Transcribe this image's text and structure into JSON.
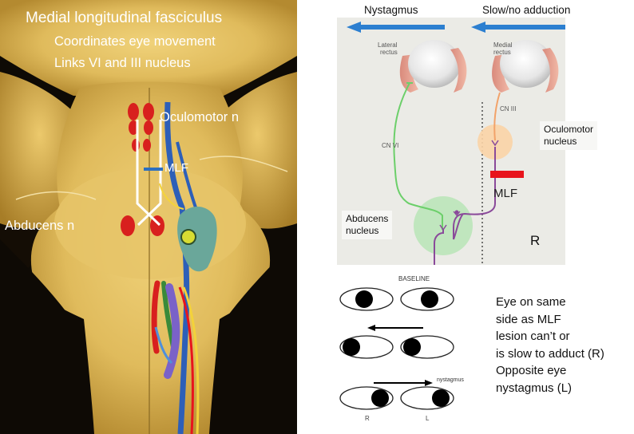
{
  "photo": {
    "title": "Medial longitudinal fasciculus",
    "subtitle_1": "Coordinates eye movement",
    "subtitle_2": "Links VI and III nucleus",
    "label_oculomotor": "Oculomotor n",
    "label_mlf": "MLF",
    "label_abducens": "Abducens n"
  },
  "schematic": {
    "header_left": "Nystagmus",
    "header_right": "Slow/no adduction",
    "lateral_rectus": [
      "Lateral",
      "rectus"
    ],
    "medial_rectus": [
      "Medial",
      "rectus"
    ],
    "cn_vi": "CN VI",
    "cn_iii": "CN III",
    "oculomotor_nucleus": [
      "Oculomotor",
      "nucleus"
    ],
    "mlf": "MLF",
    "abducens_nucleus": [
      "Abducens",
      "nucleus"
    ],
    "side": "R"
  },
  "eyes_figure": {
    "baseline": "BASELINE",
    "nystagmus": "nystagmus",
    "label_r": "R",
    "label_l": "L"
  },
  "notes": [
    "Eye on same",
    "side as MLF",
    "lesion can’t or",
    "is slow to adduct (R)",
    "Opposite eye",
    "nystagmus (L)"
  ],
  "colors": {
    "arrow_blue": "#2c7fd0",
    "lesion_red": "#e8141c",
    "cn_vi_green": "#6ccf6a",
    "cn_iii_orange": "#f2a36a",
    "mlf_purple": "#8a4a9a",
    "brainstem_yellow": "#e3c064"
  }
}
